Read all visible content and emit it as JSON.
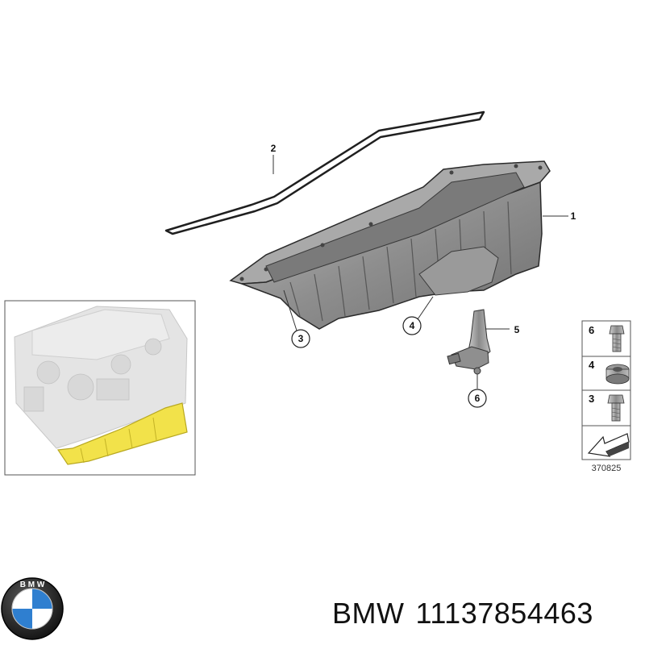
{
  "callouts": {
    "c1": "1",
    "c2": "2",
    "c3": "3",
    "c4": "4",
    "c5": "5",
    "c6": "6"
  },
  "legend": {
    "items": [
      "6",
      "4",
      "3"
    ],
    "catalog_number": "370825"
  },
  "footer": {
    "brand": "BMW",
    "part_number": "11137854463"
  },
  "logo": {
    "lettering": "BMW"
  },
  "colors": {
    "highlight": "#f2e24a",
    "pan_body": "#8e8e8e",
    "outline": "#2a2a2a"
  }
}
